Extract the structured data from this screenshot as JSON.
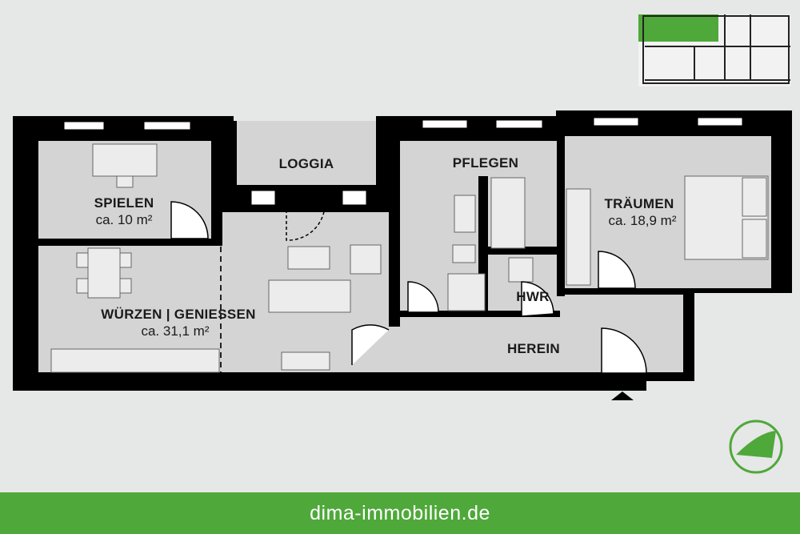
{
  "rooms": {
    "spielen": {
      "name": "SPIELEN",
      "area": "ca. 10 m²"
    },
    "wuerzen": {
      "name": "WÜRZEN | GENIESSEN",
      "area": "ca. 31,1 m²"
    },
    "loggia": {
      "name": "LOGGIA"
    },
    "pflegen": {
      "name": "PFLEGEN"
    },
    "hwr": {
      "name": "HWR"
    },
    "traeumen": {
      "name": "TRÄUMEN",
      "area": "ca. 18,9 m²"
    },
    "herein": {
      "name": "HEREIN"
    }
  },
  "footer": {
    "website": "dima-immobilien.de"
  },
  "colors": {
    "brand_green": "#4fa83a",
    "wall": "#000000",
    "floor": "#d4d4d4",
    "background": "#e6e7e7"
  },
  "icons": {
    "logo": "dima-logo-icon",
    "entrance": "entrance-arrow-icon",
    "overview": "building-overview-icon"
  }
}
